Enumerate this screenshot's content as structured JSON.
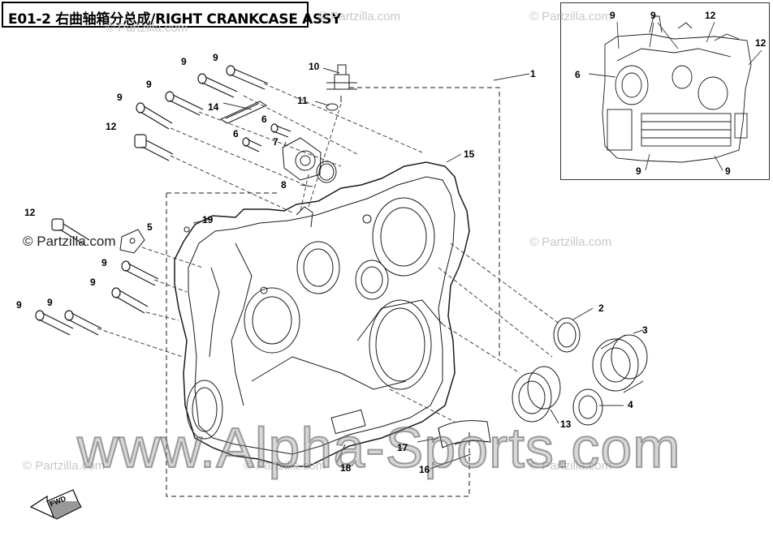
{
  "title": "E01-2 右曲轴箱分总成/RIGHT CRANKCASE ASSY",
  "watermarks": {
    "partzilla": "© Partzilla.com",
    "alpha_sports": "www.Alpha-Sports.com"
  },
  "callouts": {
    "c1": "1",
    "c2": "2",
    "c3": "3",
    "c4": "4",
    "c5": "5",
    "c6a": "6",
    "c6b": "6",
    "c7": "7",
    "c8": "8",
    "c9a": "9",
    "c9b": "9",
    "c9c": "9",
    "c9d": "9",
    "c9e": "9",
    "c9f": "9",
    "c9g": "9",
    "c9h": "9",
    "c10": "10",
    "c11": "11",
    "c12a": "12",
    "c12b": "12",
    "c13": "13",
    "c14": "14",
    "c15": "15",
    "c16": "16",
    "c17": "17",
    "c18": "18",
    "c19": "19",
    "in6": "6",
    "in9a": "9",
    "in9b": "9",
    "in9c": "9",
    "in9d": "9",
    "in12a": "12",
    "in12b": "12"
  },
  "fwd_label": "FWD",
  "colors": {
    "line": "#1a1a1a",
    "watermark": "#c8c8c8"
  }
}
